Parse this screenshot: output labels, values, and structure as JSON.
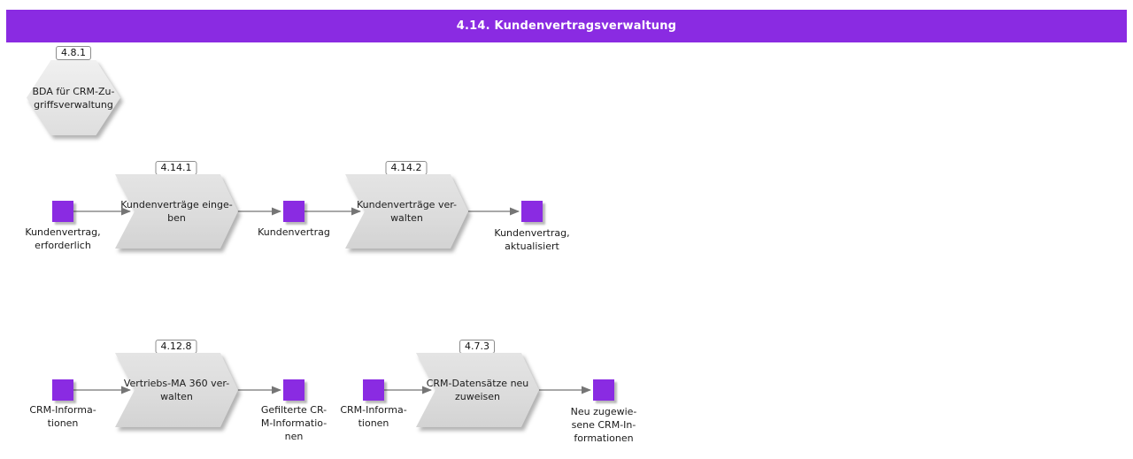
{
  "header": {
    "title": "4.14. Kundenvertragsverwaltung"
  },
  "colors": {
    "header_bg": "#8a2be2",
    "header_text": "#ffffff",
    "node_fill": "#8a2be2",
    "shape_fill": "#dcdcdc",
    "arrow": "#757575"
  },
  "interface_hexagon": {
    "code": "4.8.1",
    "label": "BDA für CRM-Zu-\ngriffsverwaltung"
  },
  "row1": {
    "input_label": "Kundenvertrag,\nerforderlich",
    "process1": {
      "code": "4.14.1",
      "label": "Kundenverträge einge-\nben"
    },
    "intermediate_label": "Kundenvertrag",
    "process2": {
      "code": "4.14.2",
      "label": "Kundenverträge ver-\nwalten"
    },
    "output_label": "Kundenvertrag,\naktualisiert"
  },
  "row2_flow1": {
    "input_label": "CRM-Informa-\ntionen",
    "process": {
      "code": "4.12.8",
      "label": "Vertriebs-MA 360 ver-\nwalten"
    },
    "output_label": "Gefilterte CR-\nM-Informatio-\nnen"
  },
  "row2_flow2": {
    "input_label": "CRM-Informa-\ntionen",
    "process": {
      "code": "4.7.3",
      "label": "CRM-Datensätze neu\nzuweisen"
    },
    "output_label": "Neu zugewie-\nsene CRM-In-\nformationen"
  }
}
